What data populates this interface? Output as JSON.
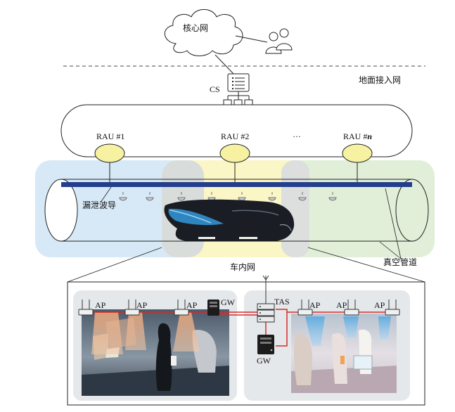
{
  "labels": {
    "core_network": "核心网",
    "ground_access": "地面接入网",
    "cs": "CS",
    "rau1": "RAU #1",
    "rau2": "RAU #2",
    "ellipsis": "···",
    "raun_prefix": "RAU #",
    "raun_suffix": "n",
    "leaky_waveguide": "漏泄波导",
    "vacuum_tube": "真空管道",
    "onboard_network": "车内网",
    "tas": "TAS",
    "gw_left": "GW",
    "gw_right": "GW",
    "ap": "AP"
  },
  "colors": {
    "zone_blue": "#d7e9f7",
    "zone_yellow": "#fbf6c6",
    "zone_green": "#e1efd8",
    "rau_fill": "#f6f2a2",
    "rail": "#233e8c",
    "cable_red": "#d62a2a",
    "train_dark": "#1a1d24",
    "train_blue": "#2e86c1"
  }
}
